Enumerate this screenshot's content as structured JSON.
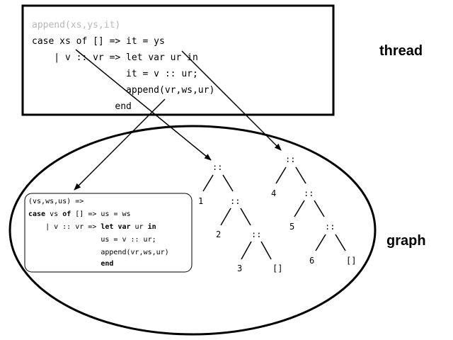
{
  "thread": {
    "label": "thread",
    "code": [
      {
        "text": "append(xs,ys,it)",
        "dim": true
      },
      {
        "text": "case xs of [] => it = ys",
        "dim": false
      },
      {
        "text": "    | v :: vr => let var ur in",
        "dim": false
      },
      {
        "text": "                 it = v :: ur;",
        "dim": false
      },
      {
        "text": "                 append(vr,ws,ur)",
        "dim": false
      },
      {
        "text": "               end",
        "dim": false
      }
    ]
  },
  "graph": {
    "label": "graph",
    "closure": {
      "header": "(vs,ws,us) =>",
      "case_kw": "case",
      "case_rest": " vs ",
      "of_kw": "of",
      "after_of": " [] => us = ws",
      "alt_pre": "    | v :: vr => ",
      "let_kw": "let",
      "sp1": " ",
      "var_kw": "var",
      "ur_txt": " ur ",
      "in_kw": "in",
      "assign": "                 us = v :: ur;",
      "call": "                 append(vr,ws,ur)",
      "end_pad": "                 ",
      "end_kw": "end"
    },
    "cons": "::",
    "nil": "[]",
    "list1": [
      "1",
      "2",
      "3"
    ],
    "list2": [
      "4",
      "5",
      "6"
    ]
  }
}
